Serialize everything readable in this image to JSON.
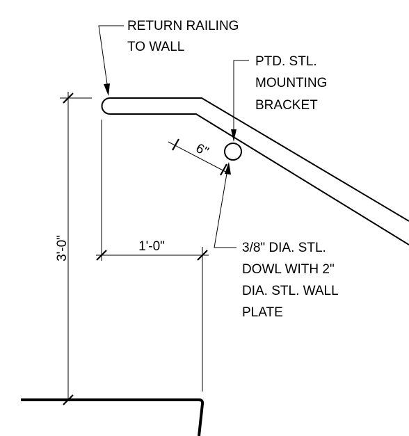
{
  "notes": {
    "return_railing": [
      "RETURN RAILING",
      "TO WALL"
    ],
    "bracket": [
      "PTD. STL.",
      "MOUNTING",
      "BRACKET"
    ],
    "dowel": [
      "3/8\" DIA. STL.",
      "DOWL WITH 2\"",
      "DIA. STL. WALL",
      "PLATE"
    ]
  },
  "dimensions": {
    "height": "3'-0\"",
    "horizontal": "1'-0\"",
    "offset": "6\""
  }
}
